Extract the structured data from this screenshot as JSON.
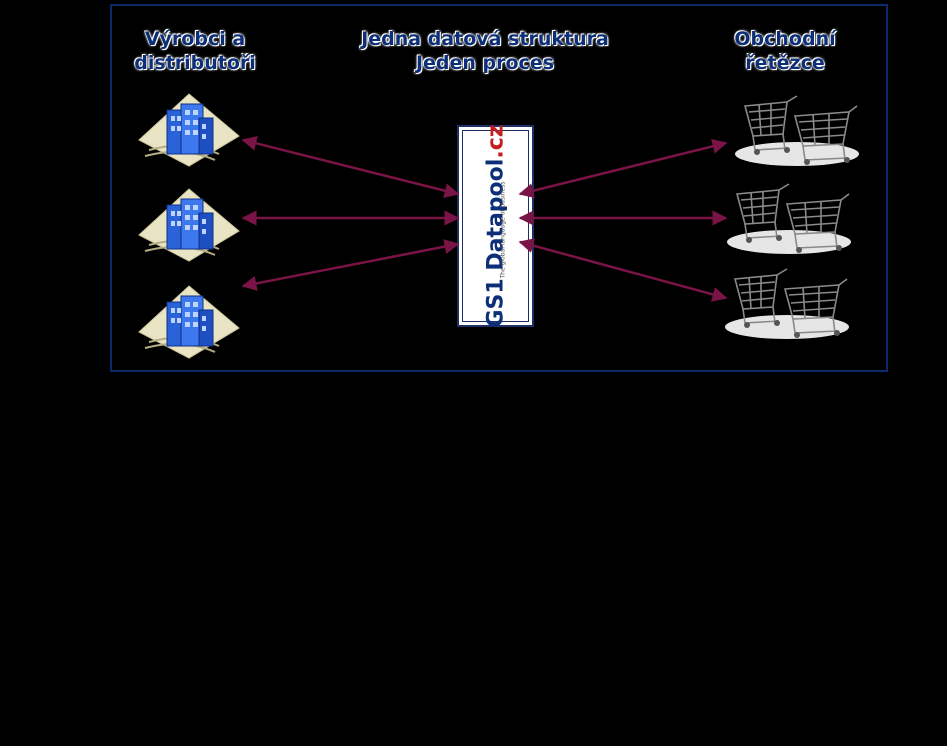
{
  "headings": {
    "left": [
      "Výrobci a",
      "distributoři"
    ],
    "center": [
      "Jedna datová struktura",
      "Jeden proces"
    ],
    "right": [
      "Obchodní",
      "řetězce"
    ]
  },
  "hub": {
    "name": "GS1 Datapool.cz",
    "prefix": "GS1 ",
    "brand": "Datapool",
    "suffix": ".cz",
    "tagline": "The global language of business"
  },
  "icons": {
    "left": "office-building-icon",
    "right": "shopping-cart-icon"
  },
  "colors": {
    "background": "#000000",
    "frame": "#0b2a6b",
    "heading_text": "#0d2f77",
    "arrow": "#7a1446",
    "building": "#2a62d8",
    "building_pad": "#e8e4c4",
    "hub_red": "#c41e1e"
  },
  "connections": [
    {
      "from": "manufacturer-1",
      "to": "hub",
      "direction": "both"
    },
    {
      "from": "manufacturer-2",
      "to": "hub",
      "direction": "both"
    },
    {
      "from": "manufacturer-3",
      "to": "hub",
      "direction": "both"
    },
    {
      "from": "hub",
      "to": "retailer-1",
      "direction": "both"
    },
    {
      "from": "hub",
      "to": "retailer-2",
      "direction": "both"
    },
    {
      "from": "hub",
      "to": "retailer-3",
      "direction": "both"
    }
  ]
}
